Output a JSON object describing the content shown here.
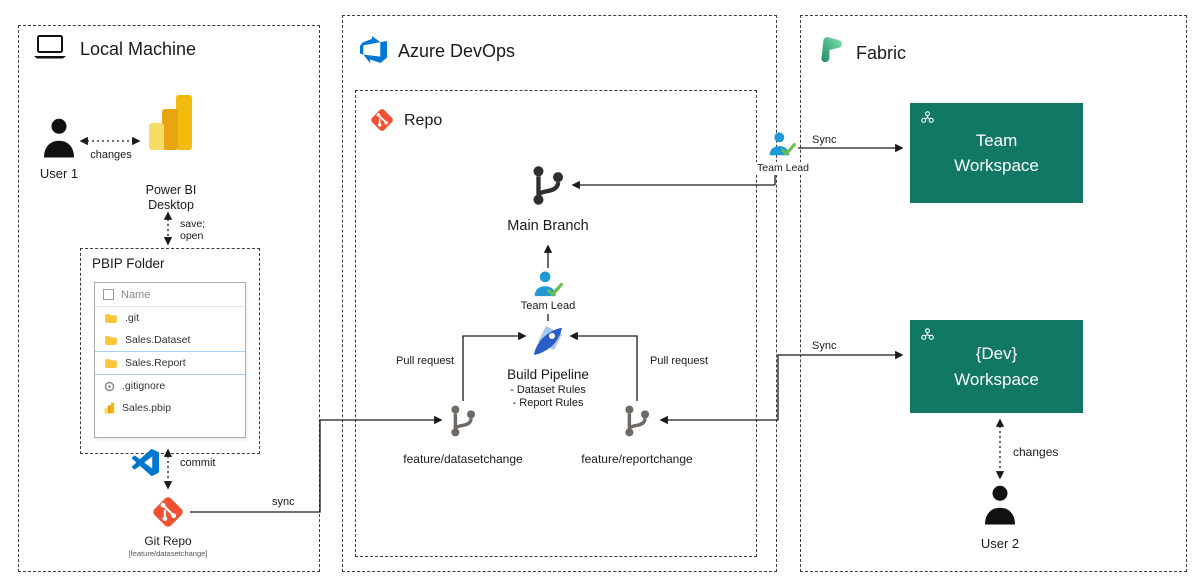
{
  "local_machine": {
    "title": "Local Machine",
    "user1_label": "User 1",
    "changes_label": "changes",
    "powerbi_line1": "Power BI",
    "powerbi_line2": "Desktop",
    "save_label": "save;",
    "open_label": "open",
    "pbip_folder": {
      "title": "PBIP Folder",
      "explorer_header": "Name",
      "files": [
        {
          "name": ".git",
          "icon": "folder-icon"
        },
        {
          "name": "Sales.Dataset",
          "icon": "folder-icon"
        },
        {
          "name": "Sales.Report",
          "icon": "folder-icon"
        },
        {
          "name": ".gitignore",
          "icon": "gitignore-icon"
        },
        {
          "name": "Sales.pbip",
          "icon": "powerbi-file-icon"
        }
      ]
    },
    "commit_label": "commit",
    "git_repo_label": "Git Repo",
    "git_repo_sublabel": "[feature/datasetchange]",
    "sync_label": "sync"
  },
  "azure_devops": {
    "title": "Azure DevOps",
    "repo": {
      "title": "Repo",
      "main_branch_label": "Main Branch",
      "team_lead_label": "Team Lead",
      "build_pipeline": {
        "title": "Build Pipeline",
        "rules": [
          "- Dataset Rules",
          "- Report Rules"
        ]
      },
      "feature_dataset_label": "feature/datasetchange",
      "feature_report_label": "feature/reportchange",
      "pull_request_left": "Pull request",
      "pull_request_right": "Pull request"
    }
  },
  "fabric": {
    "title": "Fabric",
    "team_lead_label": "Team Lead",
    "sync_top_label": "Sync",
    "sync_bottom_label": "Sync",
    "team_workspace_line1": "Team",
    "team_workspace_line2": "Workspace",
    "dev_workspace_line1": "{Dev}",
    "dev_workspace_line2": "Workspace",
    "changes_label": "changes",
    "user2_label": "User 2"
  },
  "colors": {
    "workspace_teal": "#117865",
    "git_orange": "#f05133",
    "devops_blue": "#0078d4",
    "vscode_blue": "#0078cf",
    "person_blue": "#1e9ad6",
    "check_green": "#69be4a",
    "powerbi_yellow": "#f2bb0e",
    "branch_dark": "#2f2f2f",
    "branch_gray": "#6e6963"
  }
}
